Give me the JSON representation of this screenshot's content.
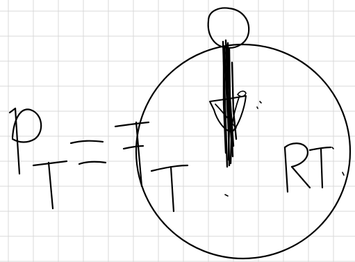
{
  "canvas": {
    "background": "#ffffff",
    "grid_color": "#d9d9d9",
    "ink_color": "#000000"
  },
  "handwriting": {
    "left_term": "PT",
    "equals": "=",
    "middle_term": "FT",
    "right_term": "RT"
  }
}
